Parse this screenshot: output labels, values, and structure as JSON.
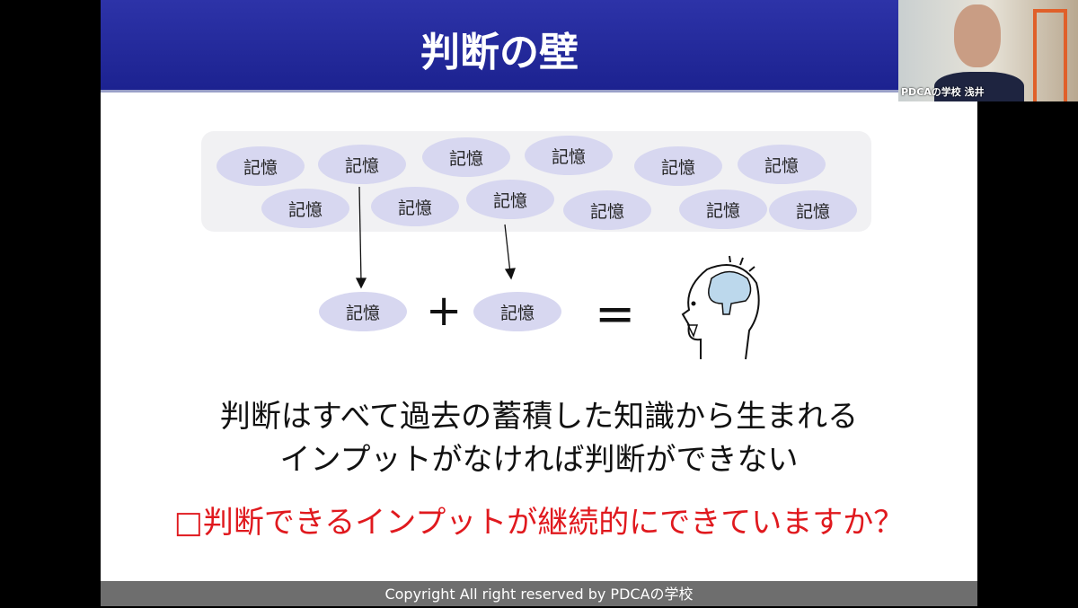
{
  "slide": {
    "title": "判断の壁",
    "memory_label": "記憶",
    "plus": "+",
    "equals": "=",
    "line1": "判断はすべて過去の蓄積した知識から生まれる",
    "line2": "インプットがなければ判断ができない",
    "question": "□判断できるインプットが継続的にできていますか？",
    "footer": "Copyright All right reserved by PDCAの学校"
  },
  "video": {
    "label": "PDCAの学校 浅井"
  },
  "colors": {
    "title_bar": "#1c2290",
    "memory": "#d7d7f0",
    "question": "#e0191e"
  }
}
